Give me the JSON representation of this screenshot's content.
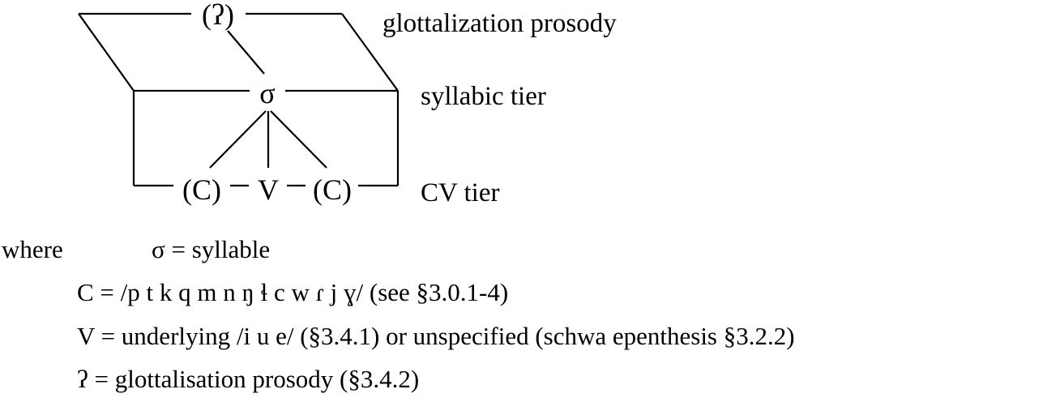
{
  "diagram": {
    "glottal_node": "(ʔ)",
    "syllable_node": "σ",
    "c_left": "(C)",
    "v_node": "V",
    "c_right": "(C)",
    "tiers": {
      "glottalization": "glottalization prosody",
      "syllabic": "syllabic tier",
      "cv": "CV tier"
    }
  },
  "legend": {
    "where": "where",
    "sigma": "σ = syllable",
    "c": "C = /p t k q m n ŋ ɬ c w ɾ j ɣ/ (see §3.0.1-4)",
    "v": "V = underlying /i u e/ (§3.4.1) or unspecified (schwa epenthesis §3.2.2)",
    "glottal": "ʔ = glottalisation prosody (§3.4.2)"
  }
}
